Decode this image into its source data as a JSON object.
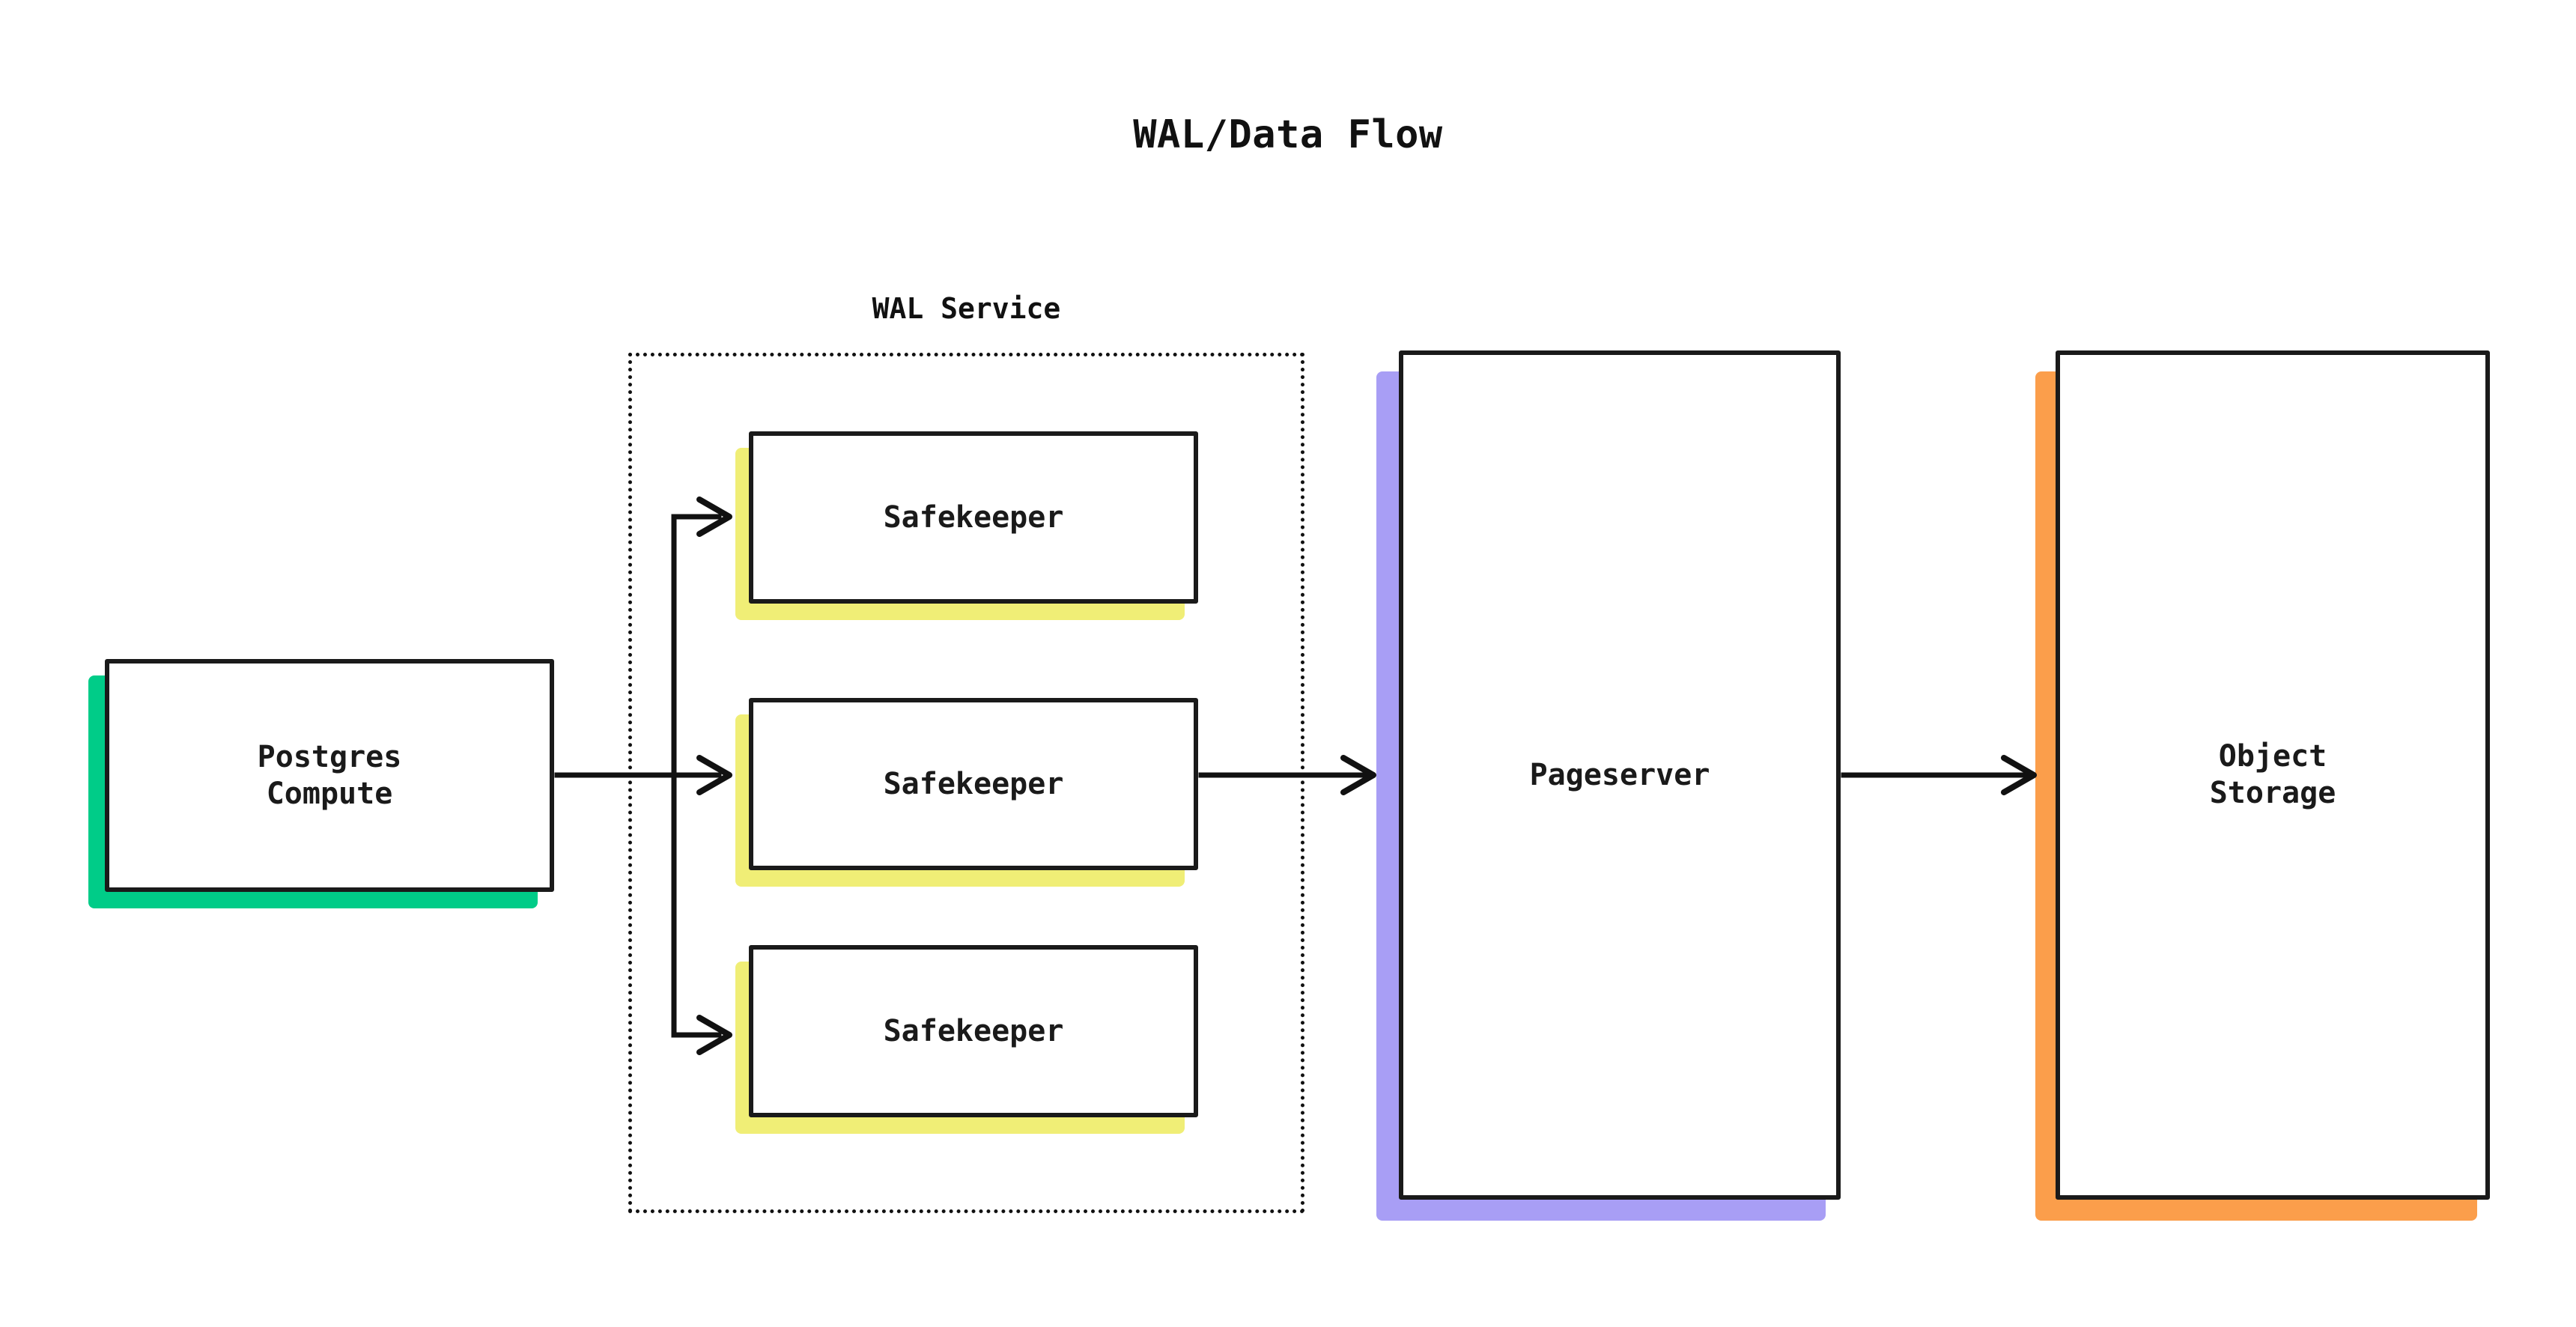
{
  "diagram": {
    "title": "WAL/Data Flow",
    "background_color": "#ffffff",
    "ink_color": "#111111"
  },
  "cluster": {
    "name": "wal-service",
    "label": "WAL Service",
    "border_style": "dotted"
  },
  "nodes": {
    "postgres_compute": {
      "label": "Postgres\nCompute",
      "shadow_color": "#00cc88"
    },
    "safekeeper_1": {
      "label": "Safekeeper",
      "shadow_color": "#f0ee76"
    },
    "safekeeper_2": {
      "label": "Safekeeper",
      "shadow_color": "#f0ee76"
    },
    "safekeeper_3": {
      "label": "Safekeeper",
      "shadow_color": "#f0ee76"
    },
    "pageserver": {
      "label": "Pageserver",
      "shadow_color": "#a89ef5"
    },
    "object_storage": {
      "label": "Object\nStorage",
      "shadow_color": "#fb9e4b"
    }
  },
  "edges": [
    {
      "name": "postgres-to-safekeeper-1",
      "from": "postgres_compute",
      "to": "safekeeper_1",
      "label": ""
    },
    {
      "name": "postgres-to-safekeeper-2",
      "from": "postgres_compute",
      "to": "safekeeper_2",
      "label": ""
    },
    {
      "name": "postgres-to-safekeeper-3",
      "from": "postgres_compute",
      "to": "safekeeper_3",
      "label": ""
    },
    {
      "name": "safekeeper-to-pageserver",
      "from": "safekeeper_2",
      "to": "pageserver",
      "label": ""
    },
    {
      "name": "pageserver-to-object-storage",
      "from": "pageserver",
      "to": "object_storage",
      "label": ""
    }
  ]
}
